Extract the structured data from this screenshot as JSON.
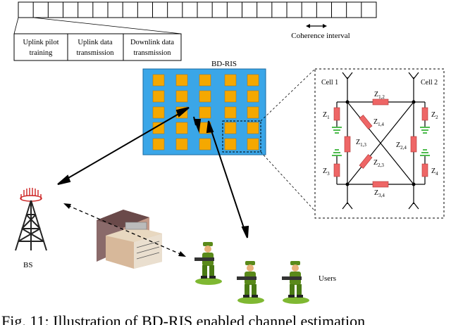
{
  "frame_labels": {
    "uplink_pilot_line1": "Uplink pilot",
    "uplink_pilot_line2": "training",
    "uplink_data_line1": "Uplink data",
    "uplink_data_line2": "transmission",
    "downlink_data_line1": "Downlink data",
    "downlink_data_line2": "transmission",
    "coherence_interval": "Coherence interval"
  },
  "bdris_label": "BD-RIS",
  "bs_label": "BS",
  "users_label": "Users",
  "circuit": {
    "cell1": "Cell 1",
    "cell2": "Cell 2",
    "z1": "Z",
    "z1_sub": "1",
    "z2": "Z",
    "z2_sub": "2",
    "z3": "Z",
    "z3_sub": "3",
    "z4": "Z",
    "z4_sub": "4",
    "z12": "Z",
    "z12_sub": "1,2",
    "z14": "Z",
    "z14_sub": "1,4",
    "z13": "Z",
    "z13_sub": "1,3",
    "z24": "Z",
    "z24_sub": "2,4",
    "z23": "Z",
    "z23_sub": "2,3",
    "z34": "Z",
    "z34_sub": "3,4"
  },
  "caption": "Fig. 11: Illustration of BD-RIS enabled channel estimation",
  "colors": {
    "ris_blue": "#3aa6e8",
    "element_orange": "#f5a800",
    "resistor_red": "#ee6666",
    "ground_green": "#22aa22",
    "soldier_green": "#5a8a1a",
    "building_tan": "#d7b89a",
    "tower_red": "#cc2222"
  }
}
